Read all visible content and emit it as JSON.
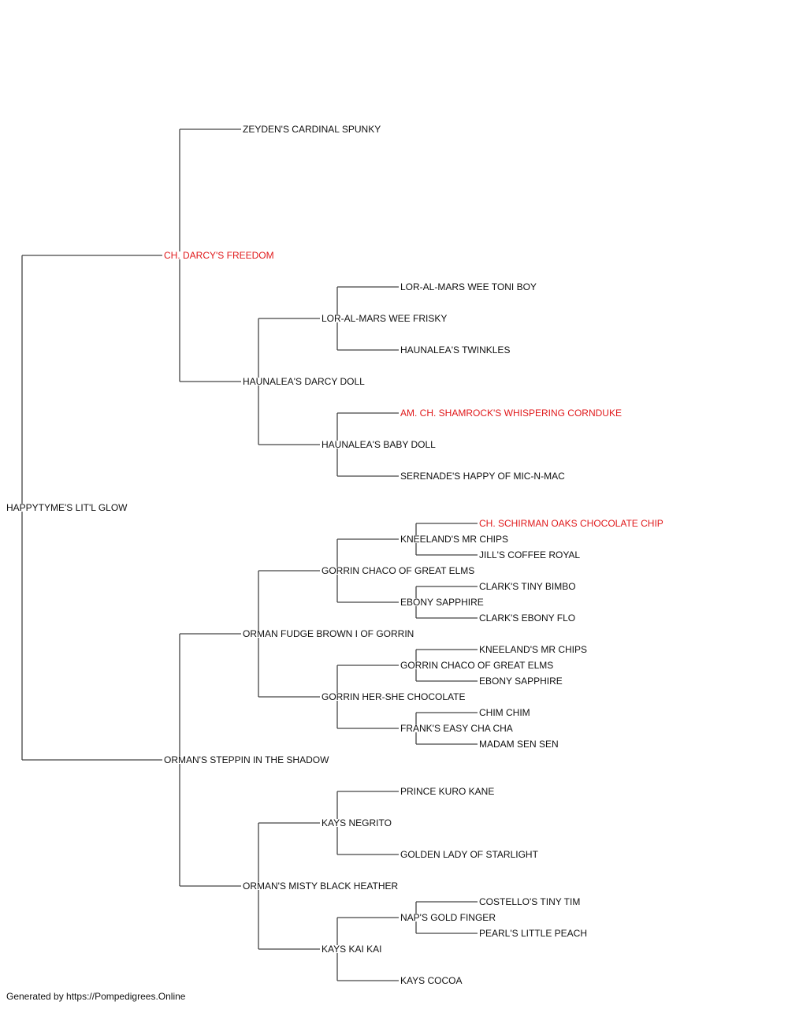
{
  "colors": {
    "text": "#111111",
    "champion": "#e0191b",
    "line": "#444444"
  },
  "pedigree": {
    "subject": {
      "name": "HAPPYTYME'S LIT'L GLOW"
    },
    "sire": {
      "name": "CH. DARCY'S FREEDOM",
      "champion": true,
      "sire": {
        "name": "ZEYDEN'S CARDINAL SPUNKY"
      },
      "dam": {
        "name": "HAUNALEA'S DARCY DOLL",
        "sire": {
          "name": "LOR-AL-MARS WEE FRISKY",
          "sire": {
            "name": "LOR-AL-MARS WEE TONI BOY"
          },
          "dam": {
            "name": "HAUNALEA'S TWINKLES"
          }
        },
        "dam": {
          "name": "HAUNALEA'S BABY DOLL",
          "sire": {
            "name": "AM. CH. SHAMROCK'S WHISPERING CORNDUKE",
            "champion": true
          },
          "dam": {
            "name": "SERENADE'S HAPPY OF MIC-N-MAC"
          }
        }
      }
    },
    "dam": {
      "name": "ORMAN'S STEPPIN IN THE SHADOW",
      "sire": {
        "name": "ORMAN FUDGE BROWN I OF GORRIN",
        "sire": {
          "name": "GORRIN CHACO OF GREAT ELMS",
          "sire": {
            "name": "KNEELAND'S MR CHIPS",
            "sire": {
              "name": "CH. SCHIRMAN OAKS CHOCOLATE CHIP",
              "champion": true
            },
            "dam": {
              "name": "JILL'S COFFEE ROYAL"
            }
          },
          "dam": {
            "name": "EBONY SAPPHIRE",
            "sire": {
              "name": "CLARK'S TINY BIMBO"
            },
            "dam": {
              "name": "CLARK'S EBONY FLO"
            }
          }
        },
        "dam": {
          "name": "GORRIN HER-SHE CHOCOLATE",
          "sire": {
            "name": "GORRIN CHACO OF GREAT ELMS",
            "sire": {
              "name": "KNEELAND'S MR CHIPS"
            },
            "dam": {
              "name": "EBONY SAPPHIRE"
            }
          },
          "dam": {
            "name": "FRANK'S EASY CHA CHA",
            "sire": {
              "name": "CHIM CHIM"
            },
            "dam": {
              "name": "MADAM SEN SEN"
            }
          }
        }
      },
      "dam": {
        "name": "ORMAN'S MISTY BLACK HEATHER",
        "sire": {
          "name": "KAYS NEGRITO",
          "sire": {
            "name": "PRINCE KURO KANE"
          },
          "dam": {
            "name": "GOLDEN LADY OF STARLIGHT"
          }
        },
        "dam": {
          "name": "KAYS KAI KAI",
          "sire": {
            "name": "NAP'S GOLD FINGER",
            "sire": {
              "name": "COSTELLO'S TINY TIM"
            },
            "dam": {
              "name": "PEARL'S LITTLE PEACH"
            }
          },
          "dam": {
            "name": "KAYS COCOA"
          }
        }
      }
    }
  },
  "footer": "Generated by https://Pompedigrees.Online"
}
